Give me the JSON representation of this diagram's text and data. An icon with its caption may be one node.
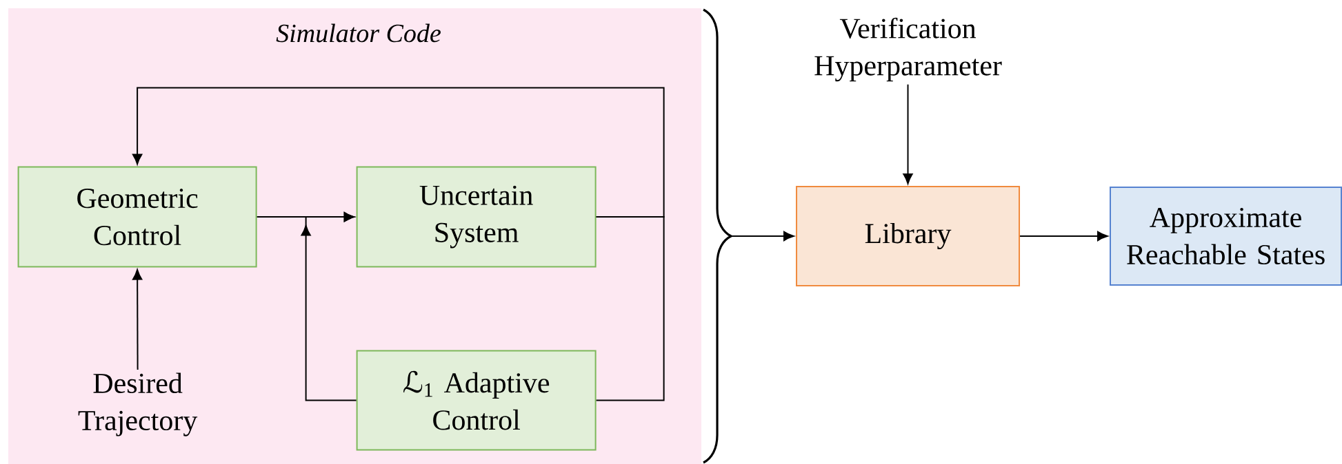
{
  "diagram": {
    "nodes": [
      {
        "text": [
          "Simulator Code"
        ]
      },
      {
        "text": [
          "Geometric Control"
        ],
        "in": 0
      },
      {
        "text": [
          "Uncertain System"
        ],
        "in": 0
      },
      {
        "text": [
          "ℒ$_{1}$ Adaptive Control"
        ],
        "in": 0
      },
      {
        "text": [
          "Desired Trajectory"
        ],
        "in": 0
      },
      {
        "text": [],
        "shape": "brace"
      },
      {
        "text": [
          "Verification Hyperparameter"
        ]
      },
      {
        "text": [
          "Library"
        ]
      },
      {
        "text": [
          "Approximate Reachable States"
        ]
      }
    ],
    "edges": [
      {
        "from": 1,
        "to": 2,
        "arrow": "to"
      },
      {
        "from": 3,
        "to": 2,
        "arrow": "to"
      },
      {
        "from": 2,
        "to": 1,
        "arrow": "to"
      },
      {
        "from": 2,
        "to": 3,
        "arrow": "none"
      },
      {
        "from": 4,
        "to": 1,
        "arrow": "to"
      },
      {
        "from": 5,
        "to": 7,
        "arrow": "to"
      },
      {
        "from": 6,
        "to": 7,
        "arrow": "to"
      },
      {
        "from": 7,
        "to": 8,
        "arrow": "to"
      }
    ]
  }
}
